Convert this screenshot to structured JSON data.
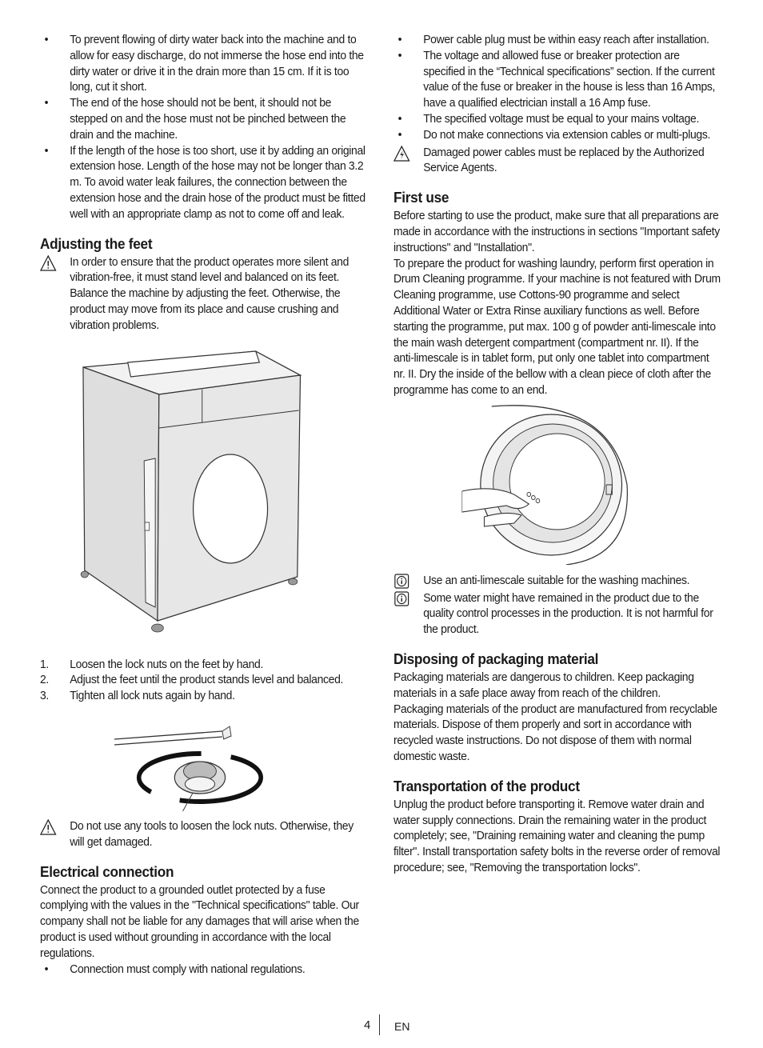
{
  "left": {
    "hose_bullets": [
      "To prevent flowing of dirty water back into the machine and to allow for easy discharge, do not immerse the hose end into the dirty water or drive it in the drain more than 15 cm. If it is too long, cut it short.",
      "The end of the hose should not be bent, it should not be stepped on and the hose must not be pinched between the drain and the machine.",
      "If the length of the hose is too short, use it by adding an original extension hose. Length of the hose may not be longer than 3.2 m. To avoid water leak failures, the connection between the extension hose and the drain hose of the product must be fitted well with an appropriate clamp as not to come off and leak."
    ],
    "feet_heading": "Adjusting the feet",
    "feet_warning": "In order to ensure that the product operates more silent and vibration-free, it must stand level and balanced on its feet.  Balance the machine by adjusting the feet. Otherwise, the product may move from its place and cause crushing and vibration problems.",
    "feet_steps": [
      {
        "num": "1.",
        "text": "Loosen the lock nuts on the feet by hand."
      },
      {
        "num": "2.",
        "text": "Adjust the feet until the product stands level and balanced."
      },
      {
        "num": "3.",
        "text": "Tighten all lock nuts again by hand."
      }
    ],
    "tools_warning": "Do not use any tools to loosen the lock nuts. Otherwise, they will get damaged.",
    "elec_heading": "Electrical connection",
    "elec_text": "Connect the product to a grounded outlet protected by a fuse complying with the values in the \"Technical specifications\" table. Our company shall not be liable for any damages that will arise when the product is used without grounding in accordance with the local regulations.",
    "elec_bullets": [
      "Connection must comply with national regulations."
    ]
  },
  "right": {
    "power_bullets": [
      "Power cable plug must be within easy reach after installation.",
      "The voltage and allowed fuse or breaker protection are specified in the “Technical specifications” section. If the current value of the fuse or breaker in the house is less than 16 Amps, have a qualified electrician install a 16 Amp fuse.",
      "The specified voltage must be equal to your mains voltage.",
      "Do not make connections via extension cables or multi-plugs."
    ],
    "cable_warning": "Damaged power cables must be replaced by the Authorized Service Agents.",
    "first_use_heading": "First use",
    "first_use_p1": "Before starting to use the product, make sure that all preparations are made in accordance with the instructions in sections \"Important safety instructions\" and \"Installation\".",
    "first_use_p2": "To prepare the product for washing laundry, perform first operation in Drum Cleaning programme. If your machine is not featured with Drum Cleaning programme, use Cottons-90 programme and select Additional Water or Extra Rinse auxiliary functions as well. Before starting the programme, put max. 100 g of powder anti-limescale into the main wash detergent compartment (compartment nr. II). If the anti-limescale is in tablet form, put only one tablet into compartment nr. II. Dry the inside of the bellow with a clean piece of cloth after the programme has come to an end.",
    "info_notes": [
      "Use an anti-limescale suitable for the washing machines.",
      "Some water might have remained in the product due to the quality control processes in the production. It is not harmful for the product."
    ],
    "packaging_heading": "Disposing of packaging material",
    "packaging_p1": "Packaging materials are dangerous to children. Keep packaging materials in a safe place away from reach of the children.",
    "packaging_p2": "Packaging materials of the product are manufactured from recyclable materials. Dispose of them properly and sort in accordance with recycled waste instructions. Do not dispose of them with normal domestic waste.",
    "transport_heading": "Transportation of the product",
    "transport_text": "Unplug the product before transporting it. Remove water drain and water supply connections. Drain the remaining water in the product completely; see, \"Draining remaining water and cleaning the pump filter\". Install transportation safety bolts in the reverse order of removal procedure; see, \"Removing the transportation locks\"."
  },
  "footer": {
    "page_number": "4",
    "language": "EN"
  },
  "icons": {
    "warning": "warning-triangle-icon",
    "electric_warning": "electric-warning-icon",
    "info": "info-icon"
  }
}
